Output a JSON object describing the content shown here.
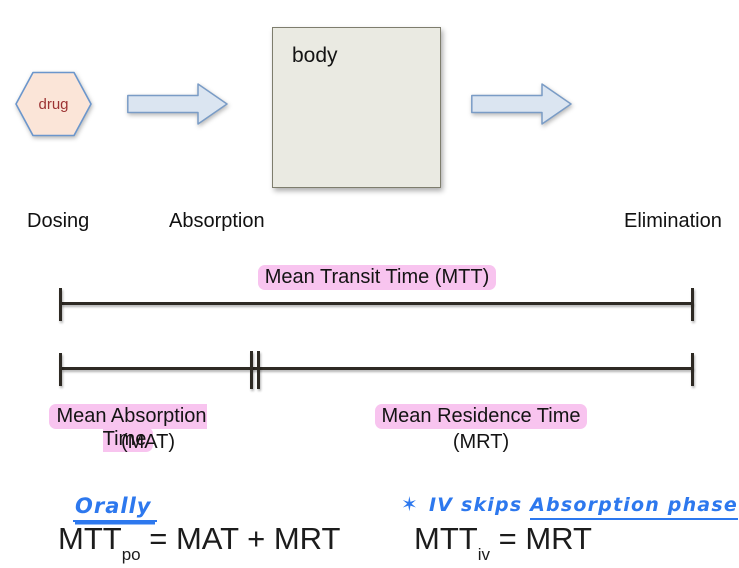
{
  "diagram": {
    "drug_label": "drug",
    "body_label": "body",
    "stages": {
      "dosing": "Dosing",
      "absorption": "Absorption",
      "elimination": "Elimination"
    }
  },
  "timeline": {
    "mtt_label": "Mean Transit Time (MTT)",
    "mat_label": "Mean Absorption Time",
    "mat_abbrev": "(MAT)",
    "mrt_label": "Mean Residence Time",
    "mrt_abbrev": "(MRT)"
  },
  "notes": {
    "orally": "Orally",
    "iv_star": "✶",
    "iv_text": "IV skips ",
    "iv_underlined": "Absorption phase"
  },
  "formulas": {
    "po": {
      "base": "MTT",
      "sub": "po",
      "rest": " = MAT + MRT"
    },
    "iv": {
      "base": "MTT",
      "sub": "iv",
      "rest": " = MRT"
    }
  },
  "colors": {
    "highlight_pink": "#f8c4ef",
    "ink_blue": "#2d78ee",
    "hexagon_fill": "#fbe5d8",
    "hexagon_stroke": "#6b96cc",
    "arrow_fill": "#dbe5f1",
    "arrow_stroke": "#7a9cc6",
    "body_fill": "#eaeae2",
    "body_stroke": "#7e7d6d",
    "drug_text": "#9c3333",
    "line_color": "#2e2a24",
    "text_color": "#161616"
  }
}
